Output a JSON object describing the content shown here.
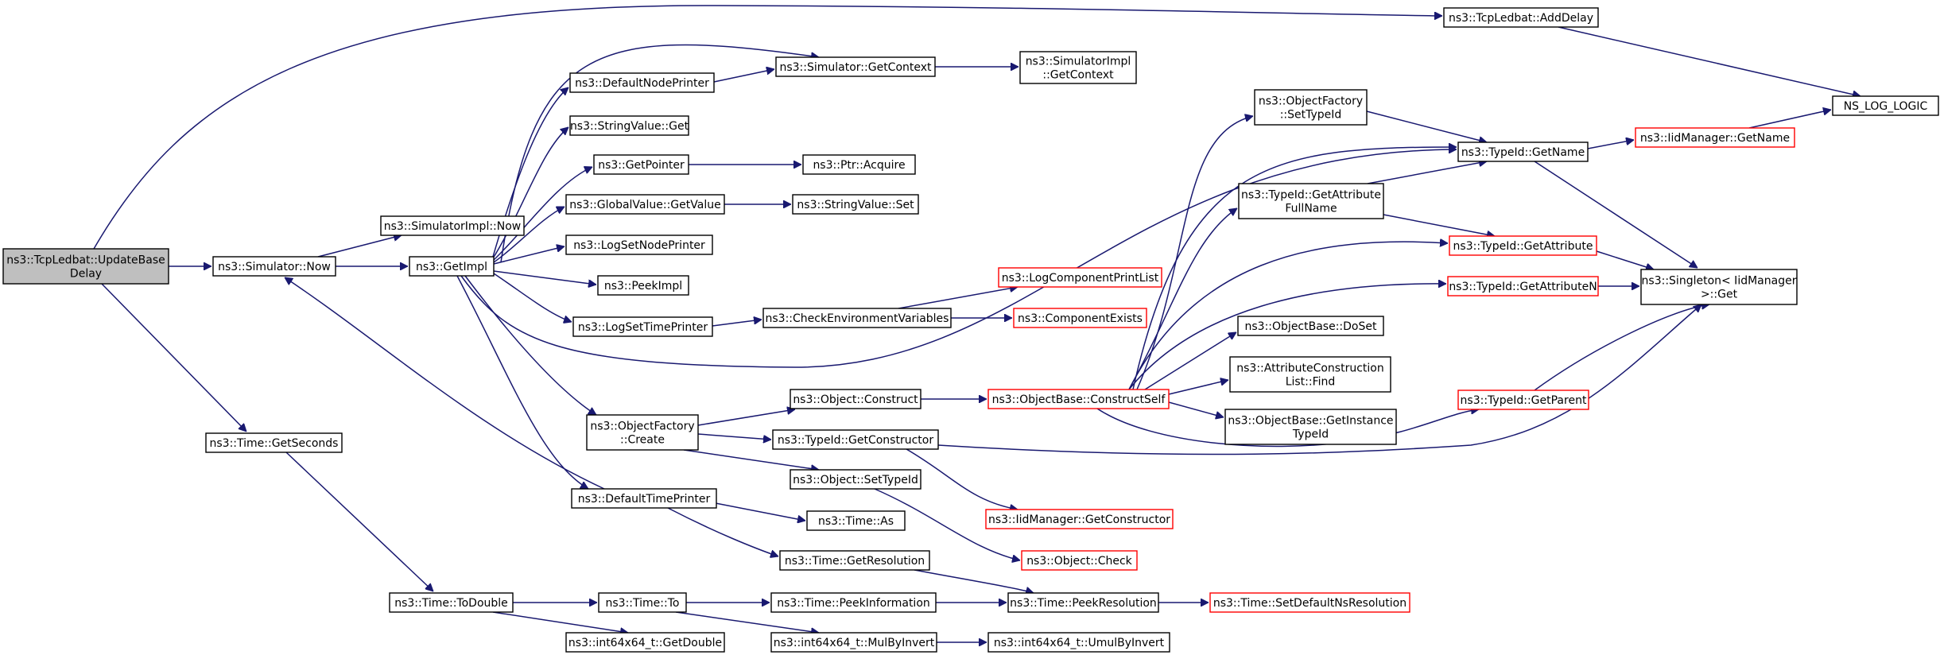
{
  "diagram": {
    "colors": {
      "edge": "#191970",
      "border": "#000000",
      "truncated_border": "#ff0000",
      "root_fill": "#bfbfbf",
      "fill": "#ffffff"
    },
    "nodes": [
      {
        "id": "root",
        "lines": [
          "ns3::TcpLedbat::UpdateBase",
          "Delay"
        ],
        "style": "root"
      },
      {
        "id": "simnow",
        "lines": [
          "ns3::Simulator::Now"
        ]
      },
      {
        "id": "implnow",
        "lines": [
          "ns3::SimulatorImpl::Now"
        ]
      },
      {
        "id": "getimpl",
        "lines": [
          "ns3::GetImpl"
        ]
      },
      {
        "id": "getseconds",
        "lines": [
          "ns3::Time::GetSeconds"
        ]
      },
      {
        "id": "todouble",
        "lines": [
          "ns3::Time::ToDouble"
        ]
      },
      {
        "id": "getdouble",
        "lines": [
          "ns3::int64x64_t::GetDouble"
        ]
      },
      {
        "id": "timeto",
        "lines": [
          "ns3::Time::To"
        ]
      },
      {
        "id": "peekinfo",
        "lines": [
          "ns3::Time::PeekInformation"
        ]
      },
      {
        "id": "mulbyinvert",
        "lines": [
          "ns3::int64x64_t::MulByInvert"
        ]
      },
      {
        "id": "umulbyinvert",
        "lines": [
          "ns3::int64x64_t::UmulByInvert"
        ]
      },
      {
        "id": "peekres",
        "lines": [
          "ns3::Time::PeekResolution"
        ]
      },
      {
        "id": "setdefres",
        "lines": [
          "ns3::Time::SetDefaultNsResolution"
        ],
        "style": "red"
      },
      {
        "id": "defnodeprinter",
        "lines": [
          "ns3::DefaultNodePrinter"
        ]
      },
      {
        "id": "stringvalueget",
        "lines": [
          "ns3::StringValue::Get"
        ]
      },
      {
        "id": "getpointer",
        "lines": [
          "ns3::GetPointer"
        ]
      },
      {
        "id": "globalvalue",
        "lines": [
          "ns3::GlobalValue::GetValue"
        ]
      },
      {
        "id": "logsetnode",
        "lines": [
          "ns3::LogSetNodePrinter"
        ]
      },
      {
        "id": "peekimpl",
        "lines": [
          "ns3::PeekImpl"
        ]
      },
      {
        "id": "logsettime",
        "lines": [
          "ns3::LogSetTimePrinter"
        ]
      },
      {
        "id": "objfactcreate",
        "lines": [
          "ns3::ObjectFactory",
          "::Create"
        ]
      },
      {
        "id": "deftimeprinter",
        "lines": [
          "ns3::DefaultTimePrinter"
        ]
      },
      {
        "id": "simgetcontext",
        "lines": [
          "ns3::Simulator::GetContext"
        ]
      },
      {
        "id": "implgetcontext",
        "lines": [
          "ns3::SimulatorImpl",
          "::GetContext"
        ]
      },
      {
        "id": "ptracquire",
        "lines": [
          "ns3::Ptr::Acquire"
        ]
      },
      {
        "id": "stringvalueset",
        "lines": [
          "ns3::StringValue::Set"
        ]
      },
      {
        "id": "checkenv",
        "lines": [
          "ns3::CheckEnvironmentVariables"
        ]
      },
      {
        "id": "logcompprint",
        "lines": [
          "ns3::LogComponentPrintList"
        ],
        "style": "red"
      },
      {
        "id": "compexists",
        "lines": [
          "ns3::ComponentExists"
        ],
        "style": "red"
      },
      {
        "id": "objconstruct",
        "lines": [
          "ns3::Object::Construct"
        ]
      },
      {
        "id": "getconstructor",
        "lines": [
          "ns3::TypeId::GetConstructor"
        ]
      },
      {
        "id": "objsettypeid",
        "lines": [
          "ns3::Object::SetTypeId"
        ]
      },
      {
        "id": "timeas",
        "lines": [
          "ns3::Time::As"
        ]
      },
      {
        "id": "timegetres",
        "lines": [
          "ns3::Time::GetResolution"
        ]
      },
      {
        "id": "constructself",
        "lines": [
          "ns3::ObjectBase::ConstructSelf"
        ],
        "style": "red"
      },
      {
        "id": "iidgetconstructor",
        "lines": [
          "ns3::IidManager::GetConstructor"
        ],
        "style": "red"
      },
      {
        "id": "objcheck",
        "lines": [
          "ns3::Object::Check"
        ],
        "style": "red"
      },
      {
        "id": "objfactsettypeid",
        "lines": [
          "ns3::ObjectFactory",
          "::SetTypeId"
        ]
      },
      {
        "id": "getattrfullname",
        "lines": [
          "ns3::TypeId::GetAttribute",
          "FullName"
        ]
      },
      {
        "id": "doset",
        "lines": [
          "ns3::ObjectBase::DoSet"
        ]
      },
      {
        "id": "attrconstfind",
        "lines": [
          "ns3::AttributeConstruction",
          "List::Find"
        ]
      },
      {
        "id": "getinstancetypeid",
        "lines": [
          "ns3::ObjectBase::GetInstance",
          "TypeId"
        ]
      },
      {
        "id": "tcpadddelay",
        "lines": [
          "ns3::TcpLedbat::AddDelay"
        ]
      },
      {
        "id": "typeidgetname",
        "lines": [
          "ns3::TypeId::GetName"
        ]
      },
      {
        "id": "getattribute",
        "lines": [
          "ns3::TypeId::GetAttribute"
        ],
        "style": "red"
      },
      {
        "id": "getattributen",
        "lines": [
          "ns3::TypeId::GetAttributeN"
        ],
        "style": "red"
      },
      {
        "id": "getparent",
        "lines": [
          "ns3::TypeId::GetParent"
        ],
        "style": "red"
      },
      {
        "id": "iidgetname",
        "lines": [
          "ns3::IidManager::GetName"
        ],
        "style": "red"
      },
      {
        "id": "nslog",
        "lines": [
          "NS_LOG_LOGIC"
        ]
      },
      {
        "id": "singletonget",
        "lines": [
          "ns3::Singleton< IidManager",
          ">::Get"
        ]
      }
    ]
  }
}
